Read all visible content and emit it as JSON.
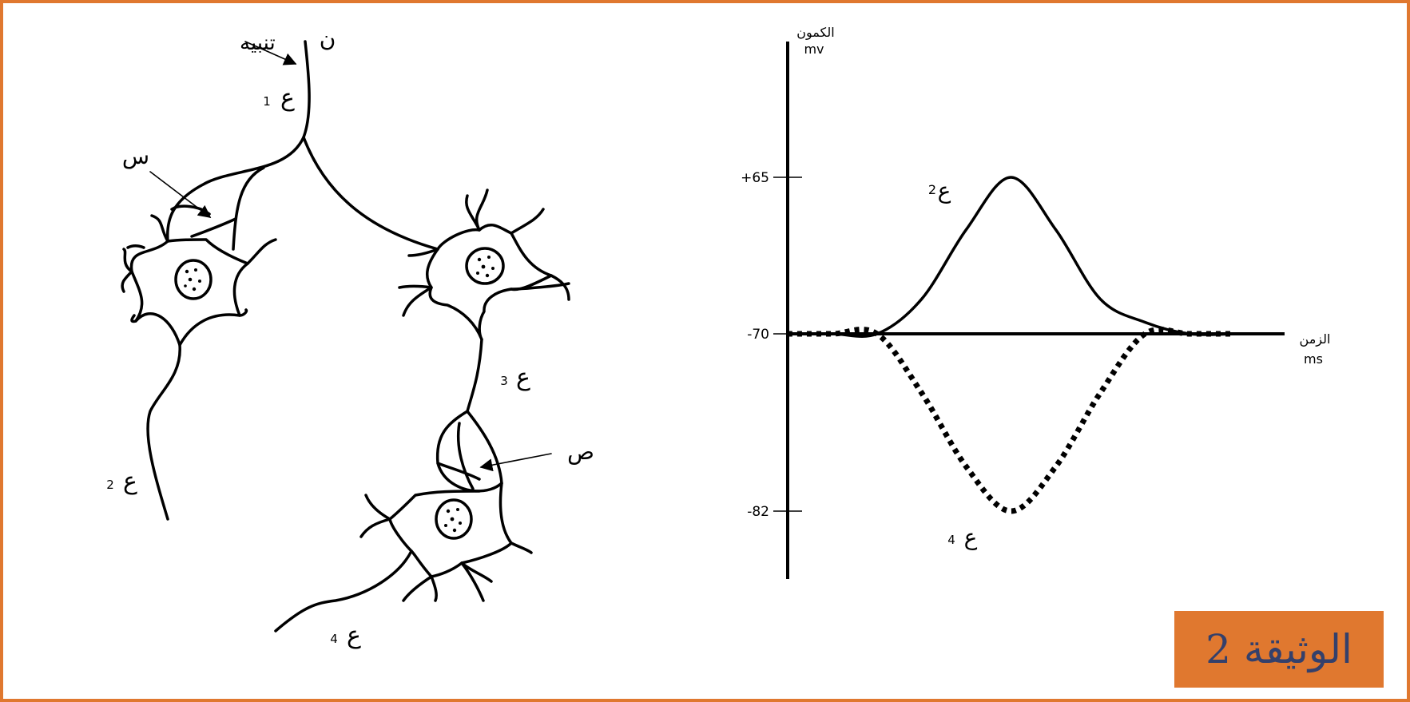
{
  "document": {
    "title": "الوثيقة 2",
    "border_color": "#e0782f",
    "badge_color": "#e0782f",
    "title_color": "#34406b"
  },
  "diagram": {
    "labels": {
      "stimulus": "تنبيه",
      "neuron_n": "ن",
      "e1": "ع",
      "e1_sub": "1",
      "e2": "ع",
      "e2_sub": "2",
      "e3": "ع",
      "e3_sub": "3",
      "e4": "ع",
      "e4_sub": "4",
      "synapse_s": "س",
      "synapse_sad": "ص"
    }
  },
  "chart_data": {
    "type": "line",
    "ylabel": "الكمون",
    "yunit": "mv",
    "xlabel": "الزمن",
    "xunit": "ms",
    "ytick_labels": [
      "+65",
      "-70",
      "-82"
    ],
    "series": [
      {
        "name": "ع2",
        "label": "ع",
        "label_sub": "2",
        "style": "solid",
        "resting": -70,
        "peak": 65,
        "x": [
          0,
          1,
          2,
          3,
          4,
          5,
          6,
          7,
          8,
          9,
          10
        ],
        "values": [
          -70,
          -70,
          -70,
          -40,
          20,
          65,
          20,
          -40,
          -60,
          -70,
          -70
        ]
      },
      {
        "name": "ع4",
        "label": "ع",
        "label_sub": "4",
        "style": "dotted",
        "resting": -70,
        "trough": -82,
        "x": [
          0,
          1,
          2,
          3,
          4,
          5,
          6,
          7,
          8,
          9,
          10
        ],
        "values": [
          -70,
          -70,
          -70,
          -74,
          -79,
          -82,
          -79,
          -74,
          -70,
          -70,
          -70
        ]
      }
    ]
  }
}
